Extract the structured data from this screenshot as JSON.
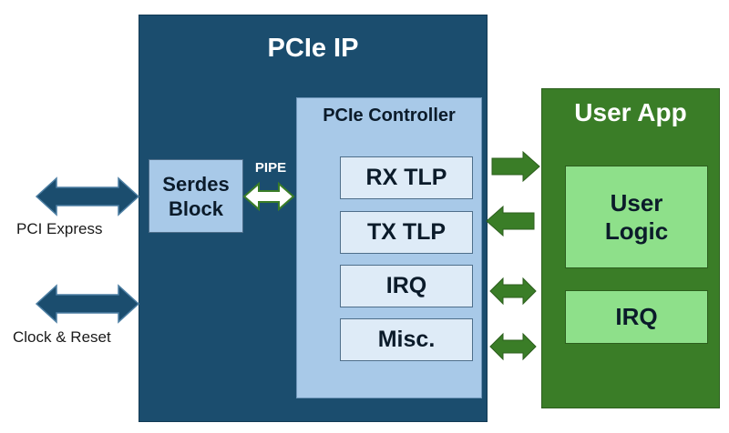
{
  "pcie_ip": {
    "title": "PCIe IP",
    "serdes_line1": "Serdes",
    "serdes_line2": "Block",
    "pipe_label": "PIPE",
    "controller": {
      "title": "PCIe Controller",
      "blocks": [
        "RX TLP",
        "TX TLP",
        "IRQ",
        "Misc."
      ]
    }
  },
  "user_app": {
    "title": "User App",
    "user_logic_line1": "User",
    "user_logic_line2": "Logic",
    "irq": "IRQ"
  },
  "external": {
    "pci_express": "PCI Express",
    "clock_reset": "Clock & Reset"
  },
  "colors": {
    "pcie_ip_bg": "#1b4d6e",
    "controller_bg": "#a8c9e8",
    "tlp_bg": "#deebf7",
    "user_app_bg": "#3a7d27",
    "user_block_bg": "#8ee08a",
    "arrow_blue": "#1b4d6e",
    "arrow_green": "#3a7d27"
  }
}
